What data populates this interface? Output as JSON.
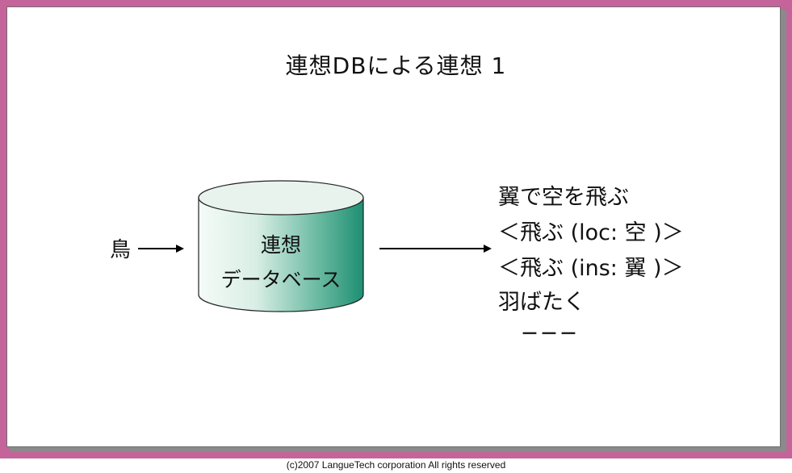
{
  "title": "連想DBによる連想 1",
  "input_word": "鳥",
  "database": {
    "line1": "連想",
    "line2": "データベース"
  },
  "outputs": [
    "翼で空を飛ぶ",
    "＜飛ぶ (loc: 空 )＞",
    "＜飛ぶ (ins: 翼 )＞",
    "羽ばたく"
  ],
  "more_indicator": "－－－",
  "footer": "(c)2007 LangueTech corporation All rights reserved",
  "colors": {
    "frame": "#c4649a",
    "cylinder_top": "#e8f3ee",
    "cylinder_side_light": "#f5fbf8",
    "cylinder_side_dark": "#1e8f72"
  }
}
